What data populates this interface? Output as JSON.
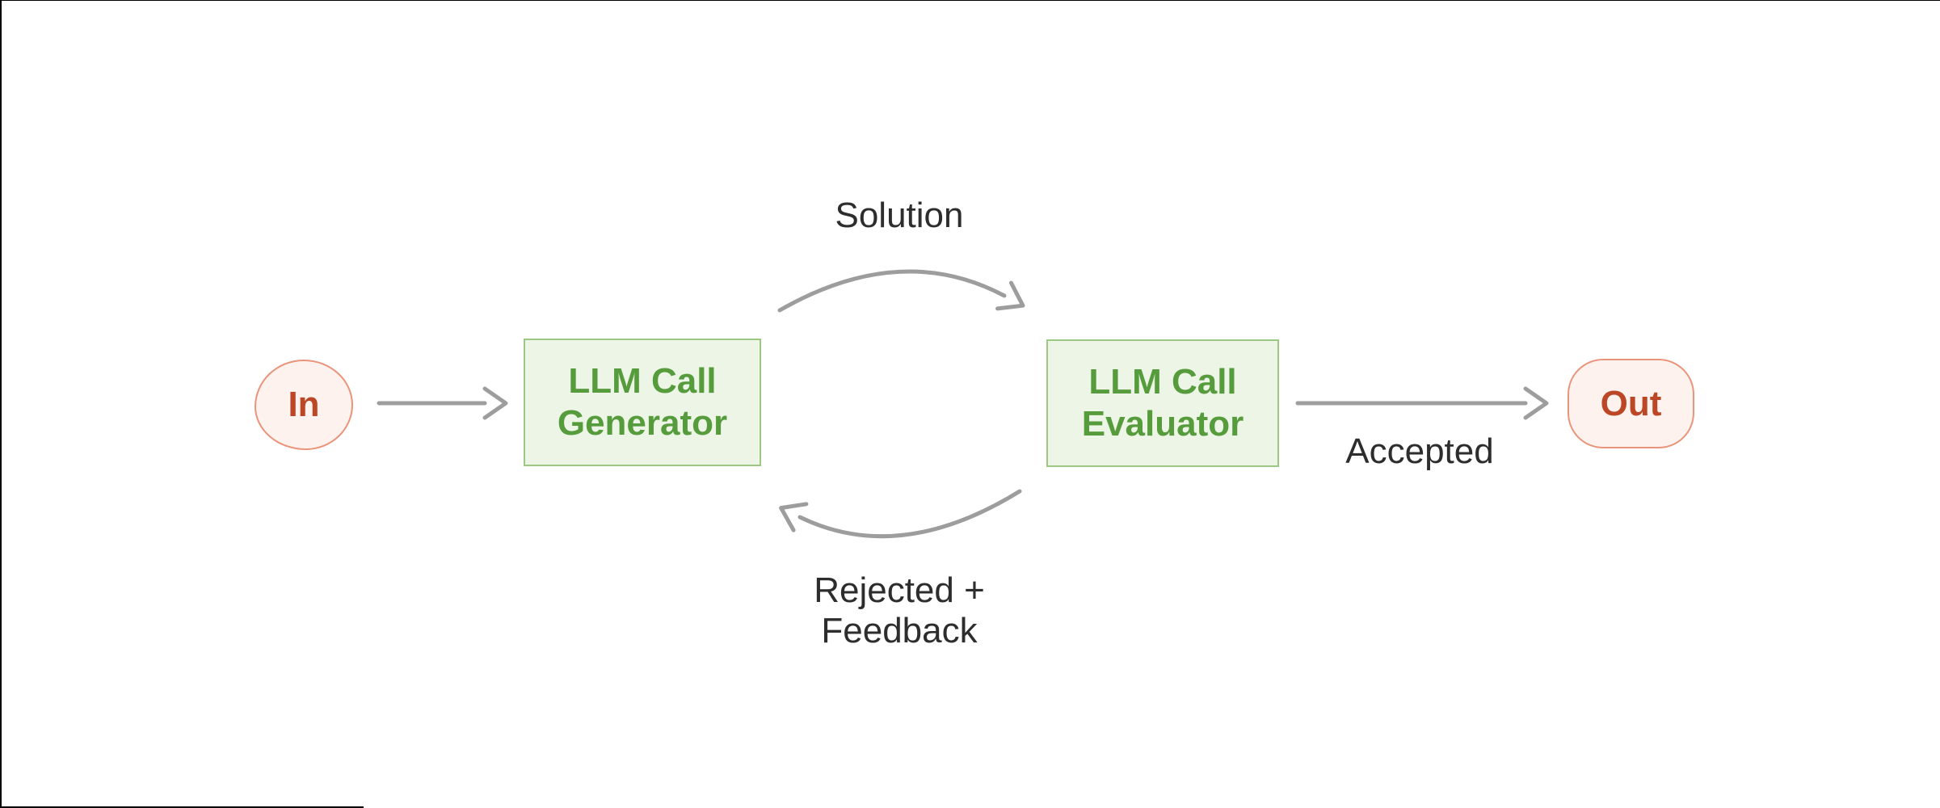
{
  "diagram": {
    "nodes": {
      "input": {
        "label": "In"
      },
      "generator": {
        "line1": "LLM Call",
        "line2": "Generator"
      },
      "evaluator": {
        "line1": "LLM Call",
        "line2": "Evaluator"
      },
      "output": {
        "label": "Out"
      }
    },
    "edge_labels": {
      "solution": "Solution",
      "accepted": "Accepted",
      "rejected_line1": "Rejected +",
      "rejected_line2": "Feedback"
    },
    "colors": {
      "node_fill_pink": "#fdf2ed",
      "node_border_salmon": "#e9947b",
      "node_text_red": "#bc4726",
      "box_fill_green": "#edf5e6",
      "box_border_green": "#9cc884",
      "box_text_green": "#569c3d",
      "arrow_gray": "#9d9d9d",
      "label_dark": "#2d2d2d",
      "page_bg": "#ffffff"
    }
  }
}
